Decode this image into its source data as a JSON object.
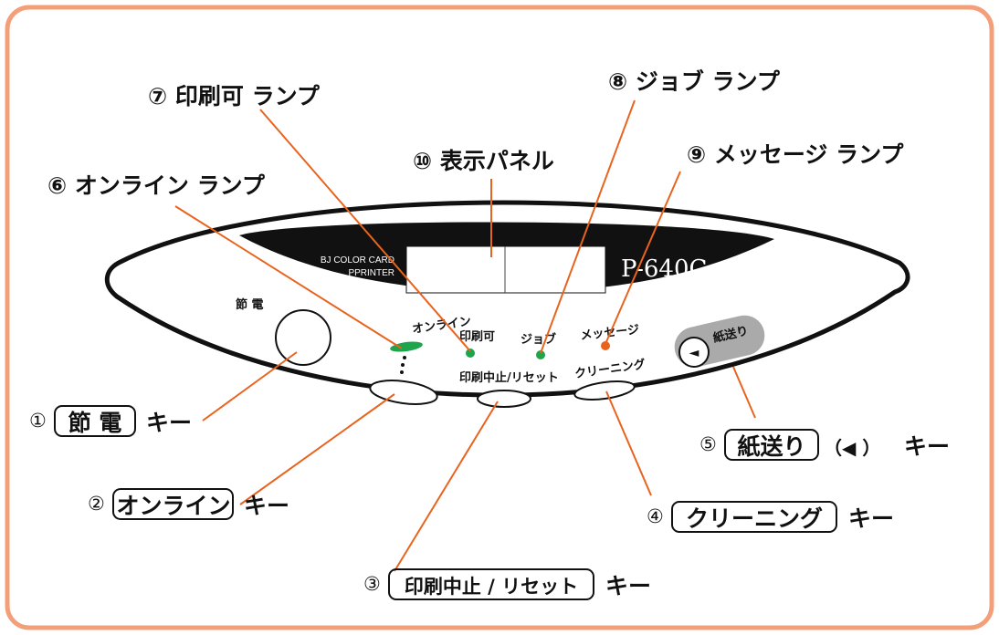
{
  "colors": {
    "frame": "#f3a07a",
    "leader": "#e8641e",
    "lamp_green": "#1ea44a",
    "lamp_orange": "#e8641e",
    "panel_dark": "#111111",
    "paper_key_gray": "#aaaaaa"
  },
  "panel": {
    "brand_line1": "BJ COLOR CARD",
    "brand_line2": "PPRINTER",
    "model": "P-640C",
    "power_label": "節 電",
    "online_label": "オンライン",
    "ready_label": "印刷可",
    "job_label": "ジョブ",
    "message_label": "メッセージ",
    "stop_reset_label": "印刷中止/リセット",
    "cleaning_label": "クリーニング",
    "feed_label": "紙送り",
    "feed_arrow": "◄"
  },
  "callouts": {
    "c1": {
      "num": "①",
      "key": "節 電",
      "suffix": "キー"
    },
    "c2": {
      "num": "②",
      "key": "オンライン",
      "suffix": "キー"
    },
    "c3": {
      "num": "③",
      "key": "印刷中止 / リセット",
      "suffix": "キー"
    },
    "c4": {
      "num": "④",
      "key": "クリーニング",
      "suffix": "キー"
    },
    "c5": {
      "num": "⑤",
      "key": "紙送り",
      "paren": "（◀ ）",
      "suffix": "キー"
    },
    "c6": {
      "text": "⑥ オンライン ランプ"
    },
    "c7": {
      "text": "⑦ 印刷可 ランプ"
    },
    "c8": {
      "text": "⑧ ジョブ ランプ"
    },
    "c9": {
      "text": "⑨ メッセージ ランプ"
    },
    "c10": {
      "text": "⑩ 表示パネル"
    }
  }
}
